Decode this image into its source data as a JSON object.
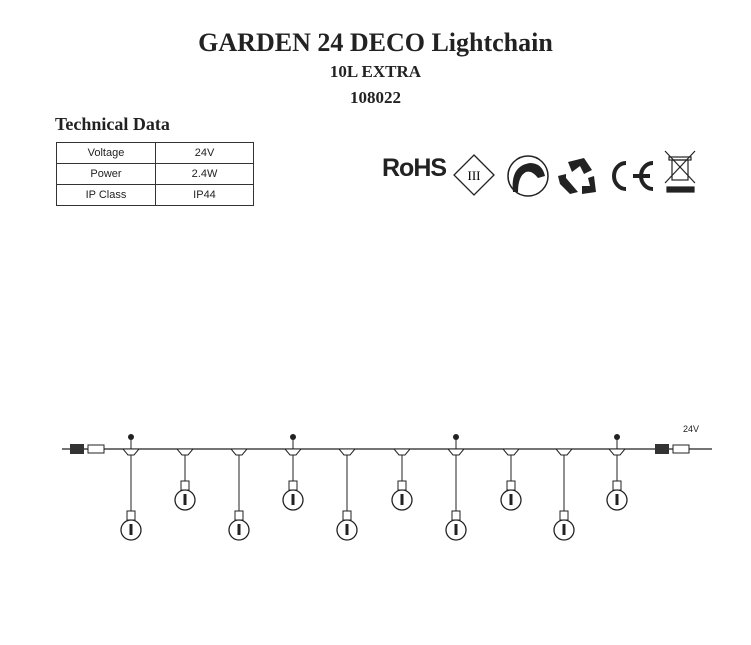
{
  "header": {
    "title": "GARDEN 24 DECO Lightchain",
    "subtitle": "10L EXTRA",
    "article_number": "108022"
  },
  "technical_data": {
    "heading": "Technical Data",
    "rows": [
      {
        "label": "Voltage",
        "value": "24V"
      },
      {
        "label": "Power",
        "value": "2.4W"
      },
      {
        "label": "IP Class",
        "value": "IP44"
      }
    ]
  },
  "certifications": {
    "rohs": "RoHS",
    "class": "III",
    "icons": [
      "rohs-mark",
      "class-iii-icon",
      "indoor-outdoor-icon",
      "recycle-icon",
      "ce-mark",
      "weee-bin-icon"
    ]
  },
  "diagram": {
    "voltage_label": "24V",
    "bulb_count": 10
  }
}
